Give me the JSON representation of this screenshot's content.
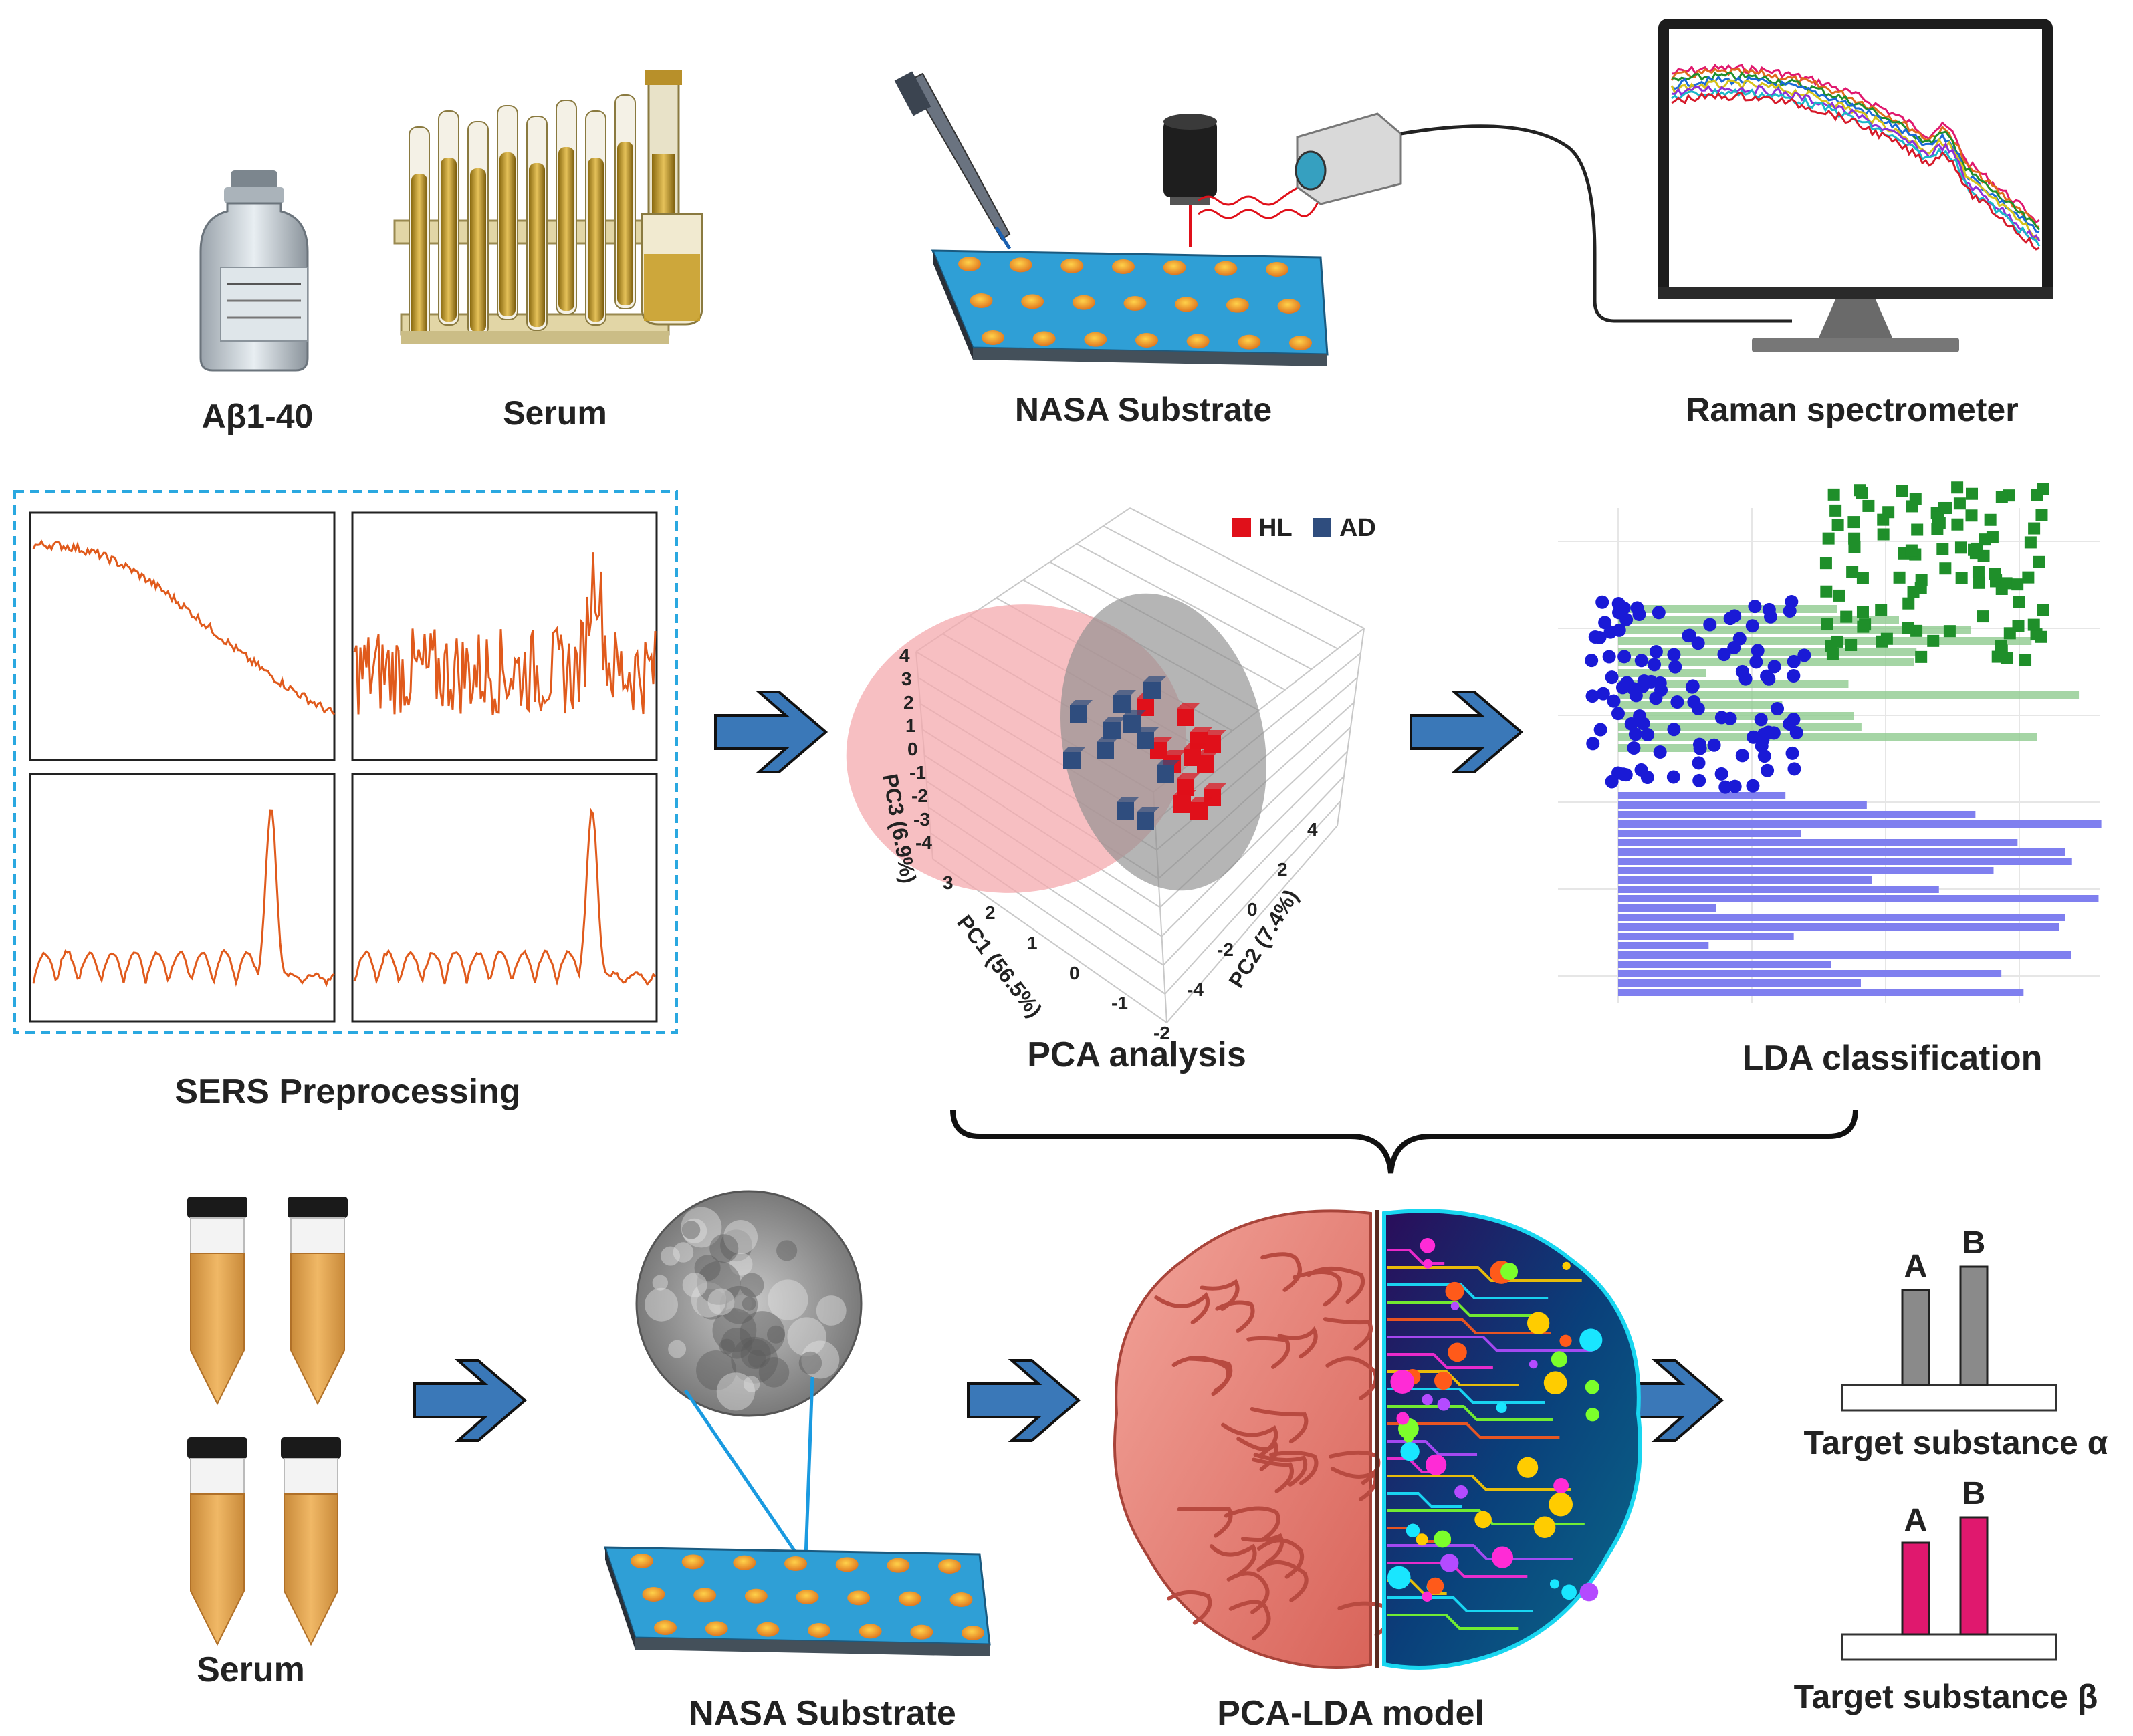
{
  "labels": {
    "abeta": "Aβ1-40",
    "serum_top": "Serum",
    "nasa_top": "NASA Substrate",
    "raman": "Raman spectrometer",
    "sers": "SERS Preprocessing",
    "pca": "PCA analysis",
    "lda": "LDA classification",
    "serum_bottom": "Serum",
    "nasa_bottom": "NASA Substrate",
    "model": "PCA-LDA model",
    "target_alpha": "Target substance α",
    "target_beta": "Target substance β"
  },
  "pca_plot": {
    "legend": {
      "hl": "HL",
      "ad": "AD"
    },
    "axis": {
      "pc1": "PC1 (56.5%)",
      "pc2": "PC2 (7.4%)",
      "pc3": "PC3 (6.9%)"
    },
    "pc3_ticks": [
      "4",
      "3",
      "2",
      "1",
      "0",
      "-1",
      "-2",
      "-3",
      "-4"
    ],
    "pc1_ticks": [
      "3",
      "2",
      "1",
      "0",
      "-1",
      "-2"
    ],
    "pc2_ticks": [
      "-4",
      "-2",
      "0",
      "2",
      "4"
    ],
    "colors": {
      "hl": "#e0101a",
      "ad": "#2f4d7e",
      "hl_ellipse": "#f4a9ad",
      "ad_ellipse": "#8e8e8e"
    }
  },
  "bar_icons": {
    "bar_a": "A",
    "bar_b": "B",
    "alpha_color": "#8a8a8a",
    "beta_color": "#e0186e"
  },
  "colors": {
    "arrow": "#3a78b8",
    "spectrum": "#e05a1c",
    "substrate": "#2f9fd6",
    "lda_green": "#1f8f2a",
    "lda_blue": "#1a1ad6",
    "lda_purple": "#7f7fef"
  }
}
